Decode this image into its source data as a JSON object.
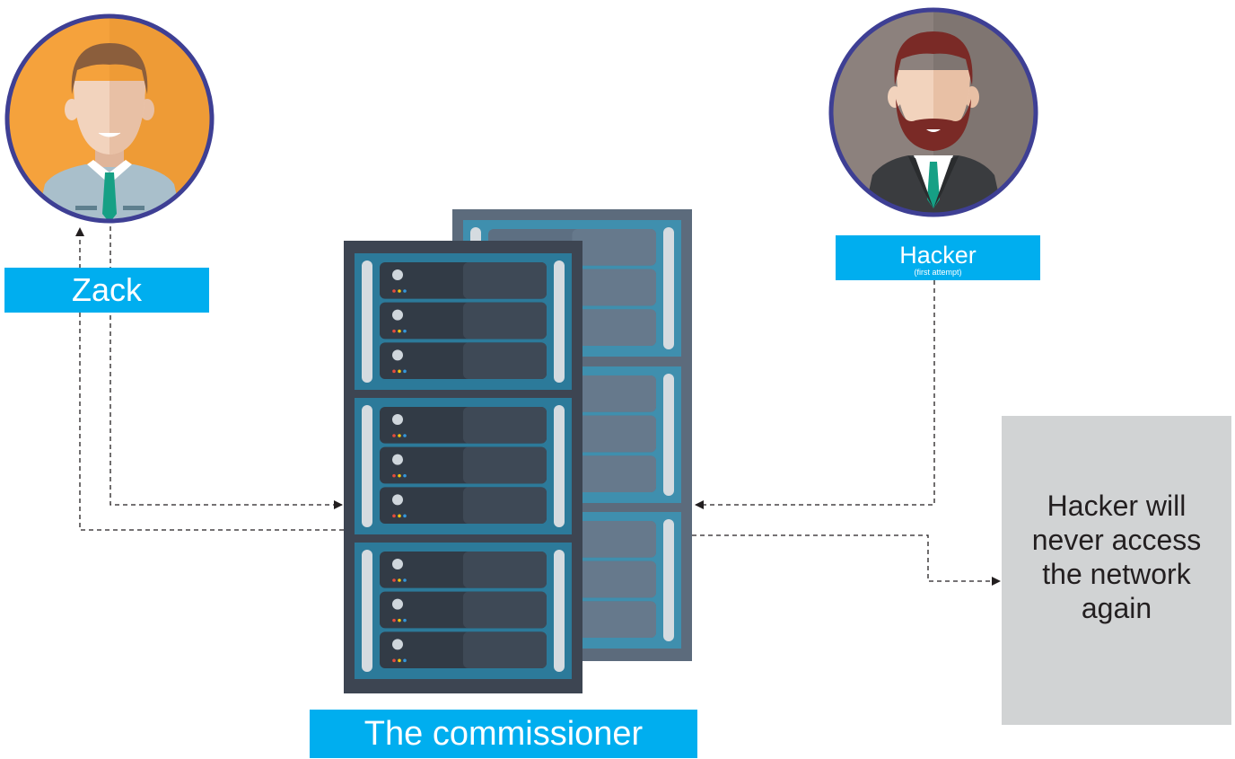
{
  "people": {
    "zack": {
      "label": "Zack",
      "avatar_bg": "#f5a23c"
    },
    "hacker": {
      "label": "Hacker",
      "note": "(first attempt)",
      "avatar_bg": "#8c817d"
    }
  },
  "server": {
    "label": "The commissioner"
  },
  "result": {
    "text": "Hacker will never access the network again"
  },
  "colors": {
    "label_bg": "#00aeef",
    "ring": "#3e3f94",
    "result_bg": "#d1d3d4",
    "rack_dark": "#3d4552",
    "rack_light": "#5c6b7c",
    "panel": "#2c7a9a"
  },
  "icons": [
    "man-avatar-icon",
    "bearded-man-avatar-icon",
    "server-rack-icon",
    "arrow-icon"
  ]
}
